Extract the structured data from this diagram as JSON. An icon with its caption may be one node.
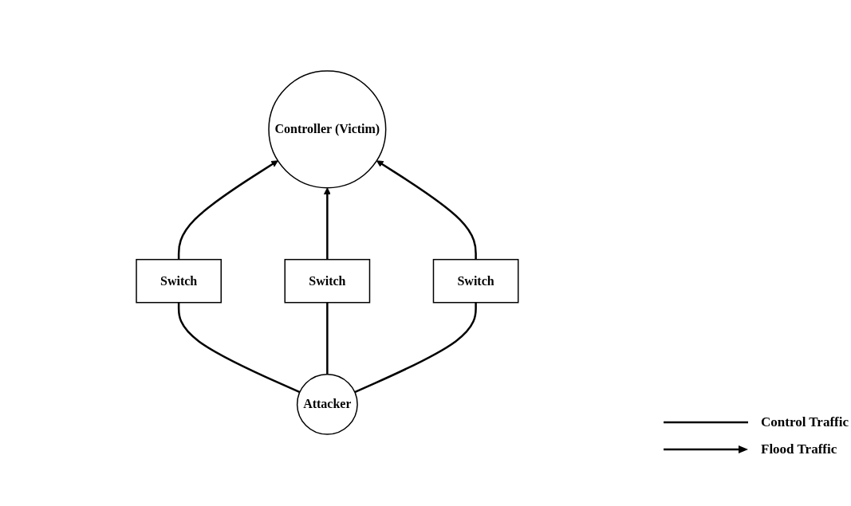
{
  "diagram": {
    "nodes": [
      {
        "text": [
          "Controller (Victim)"
        ]
      },
      {
        "text": [
          "Switch"
        ]
      },
      {
        "text": [
          "Switch"
        ]
      },
      {
        "text": [
          "Switch"
        ]
      },
      {
        "text": [
          "Attacker"
        ]
      }
    ],
    "edges": [
      {
        "from": 1,
        "to": 0,
        "arrow": "to"
      },
      {
        "from": 2,
        "to": 0,
        "arrow": "to"
      },
      {
        "from": 3,
        "to": 0,
        "arrow": "to"
      },
      {
        "from": 4,
        "to": 1,
        "arrow": "none"
      },
      {
        "from": 4,
        "to": 2,
        "arrow": "none"
      },
      {
        "from": 4,
        "to": 3,
        "arrow": "none"
      }
    ],
    "legend": [
      {
        "text": "Control Traffic"
      },
      {
        "text": "Flood Traffic"
      }
    ]
  }
}
